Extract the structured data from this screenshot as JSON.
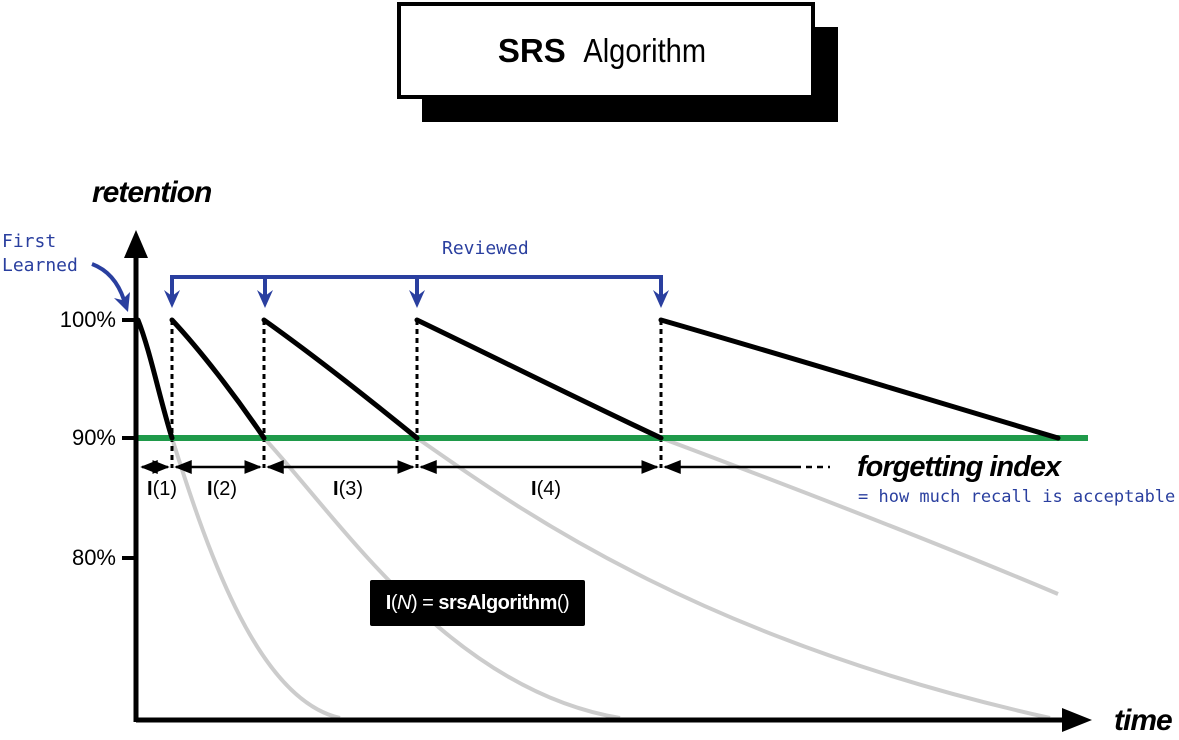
{
  "title": {
    "bold": "SRS",
    "rest": "Algorithm"
  },
  "axes": {
    "y_label": "retention",
    "x_label": "time",
    "y_ticks": [
      "100%",
      "90%",
      "80%"
    ]
  },
  "annotations": {
    "first_learned_line1": "First",
    "first_learned_line2": "Learned",
    "reviewed": "Reviewed",
    "forgetting_index": "forgetting index",
    "forgetting_index_note": "= how much recall is acceptable"
  },
  "intervals": [
    {
      "symbol": "I",
      "arg": "(1)"
    },
    {
      "symbol": "I",
      "arg": "(2)"
    },
    {
      "symbol": "I",
      "arg": "(3)"
    },
    {
      "symbol": "I",
      "arg": "(4)"
    }
  ],
  "formula": {
    "lhs_bold": "I",
    "lhs_arg_open": "(",
    "lhs_arg": "N",
    "lhs_arg_close": ")",
    "equals": " = ",
    "rhs": "srsAlgorithm",
    "rhs_parens": "()"
  },
  "colors": {
    "threshold_line": "#1f9a4a",
    "review_arrows": "#2a3f9f",
    "ghost_curves": "#cccccc",
    "main_curve": "#000000"
  }
}
